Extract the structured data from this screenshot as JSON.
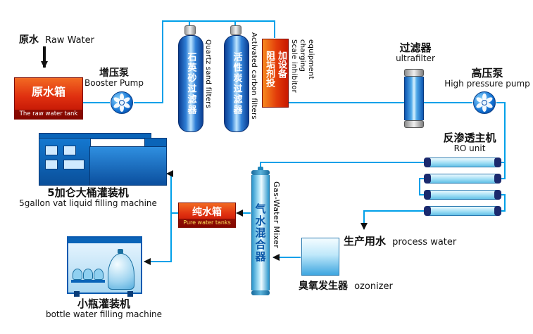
{
  "colors": {
    "pipe": "#00a0e9",
    "arrow": "#101010",
    "tank_red": "#d42000",
    "filter_blue": "#1565c8",
    "cylinder_cyan": "#9fdcf5",
    "ro_cap_navy": "#1b2a6e"
  },
  "nodes": {
    "raw_water": {
      "zh": "原水",
      "en": "Raw Water"
    },
    "raw_water_tank": {
      "zh": "原水箱",
      "en": "The raw water tank"
    },
    "booster_pump": {
      "zh": "增压泵",
      "en": "Booster Pump"
    },
    "quartz_filter": {
      "zh": "石英砂过滤器",
      "en": "Quartz sand filters"
    },
    "carbon_filter": {
      "zh": "活性炭过滤器",
      "en": "Activated carbon filters"
    },
    "scale_inhibitor": {
      "zh": "阻垢剂投加设备",
      "en": "Scale inhibitor charging equipment"
    },
    "ultrafilter": {
      "zh": "过滤器",
      "en": "ultrafilter"
    },
    "high_pressure_pump": {
      "zh": "高压泵",
      "en": "High pressure pump"
    },
    "ro_unit": {
      "zh": "反渗透主机",
      "en": "RO unit"
    },
    "process_water": {
      "zh": "生产用水",
      "en": "process water"
    },
    "gas_water_mixer": {
      "zh": "气水混合器",
      "en": "Gas-Water Mixer"
    },
    "ozonizer": {
      "zh": "臭氧发生器",
      "en": "ozonizer"
    },
    "pure_water_tank": {
      "zh": "纯水箱",
      "en": "Pure water tanks"
    },
    "vat_filling_machine": {
      "zh": "5加仑大桶灌装机",
      "en": "5gallon vat liquid filling machine"
    },
    "bottle_filling_machine": {
      "zh": "小瓶灌装机",
      "en": "bottle water filling machine"
    }
  }
}
